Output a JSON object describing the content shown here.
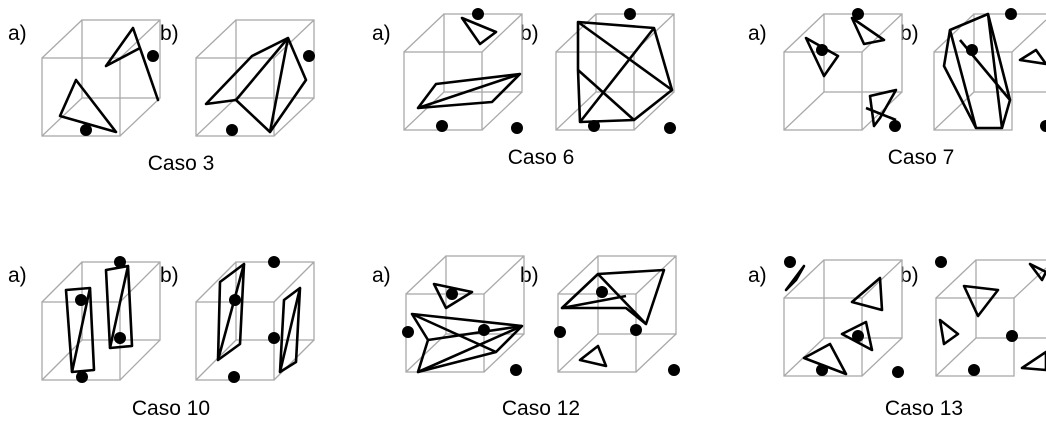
{
  "panels": [
    {
      "caption": "Caso 3",
      "label_a": "a)",
      "label_b": "b)"
    },
    {
      "caption": "Caso 6",
      "label_a": "a)",
      "label_b": "b)"
    },
    {
      "caption": "Caso 7",
      "label_a": "a)",
      "label_b": "b)"
    },
    {
      "caption": "Caso 10",
      "label_a": "a)",
      "label_b": "b)"
    },
    {
      "caption": "Caso 12",
      "label_a": "a)",
      "label_b": "b)"
    },
    {
      "caption": "Caso 13",
      "label_a": "a)",
      "label_b": "b)"
    }
  ]
}
